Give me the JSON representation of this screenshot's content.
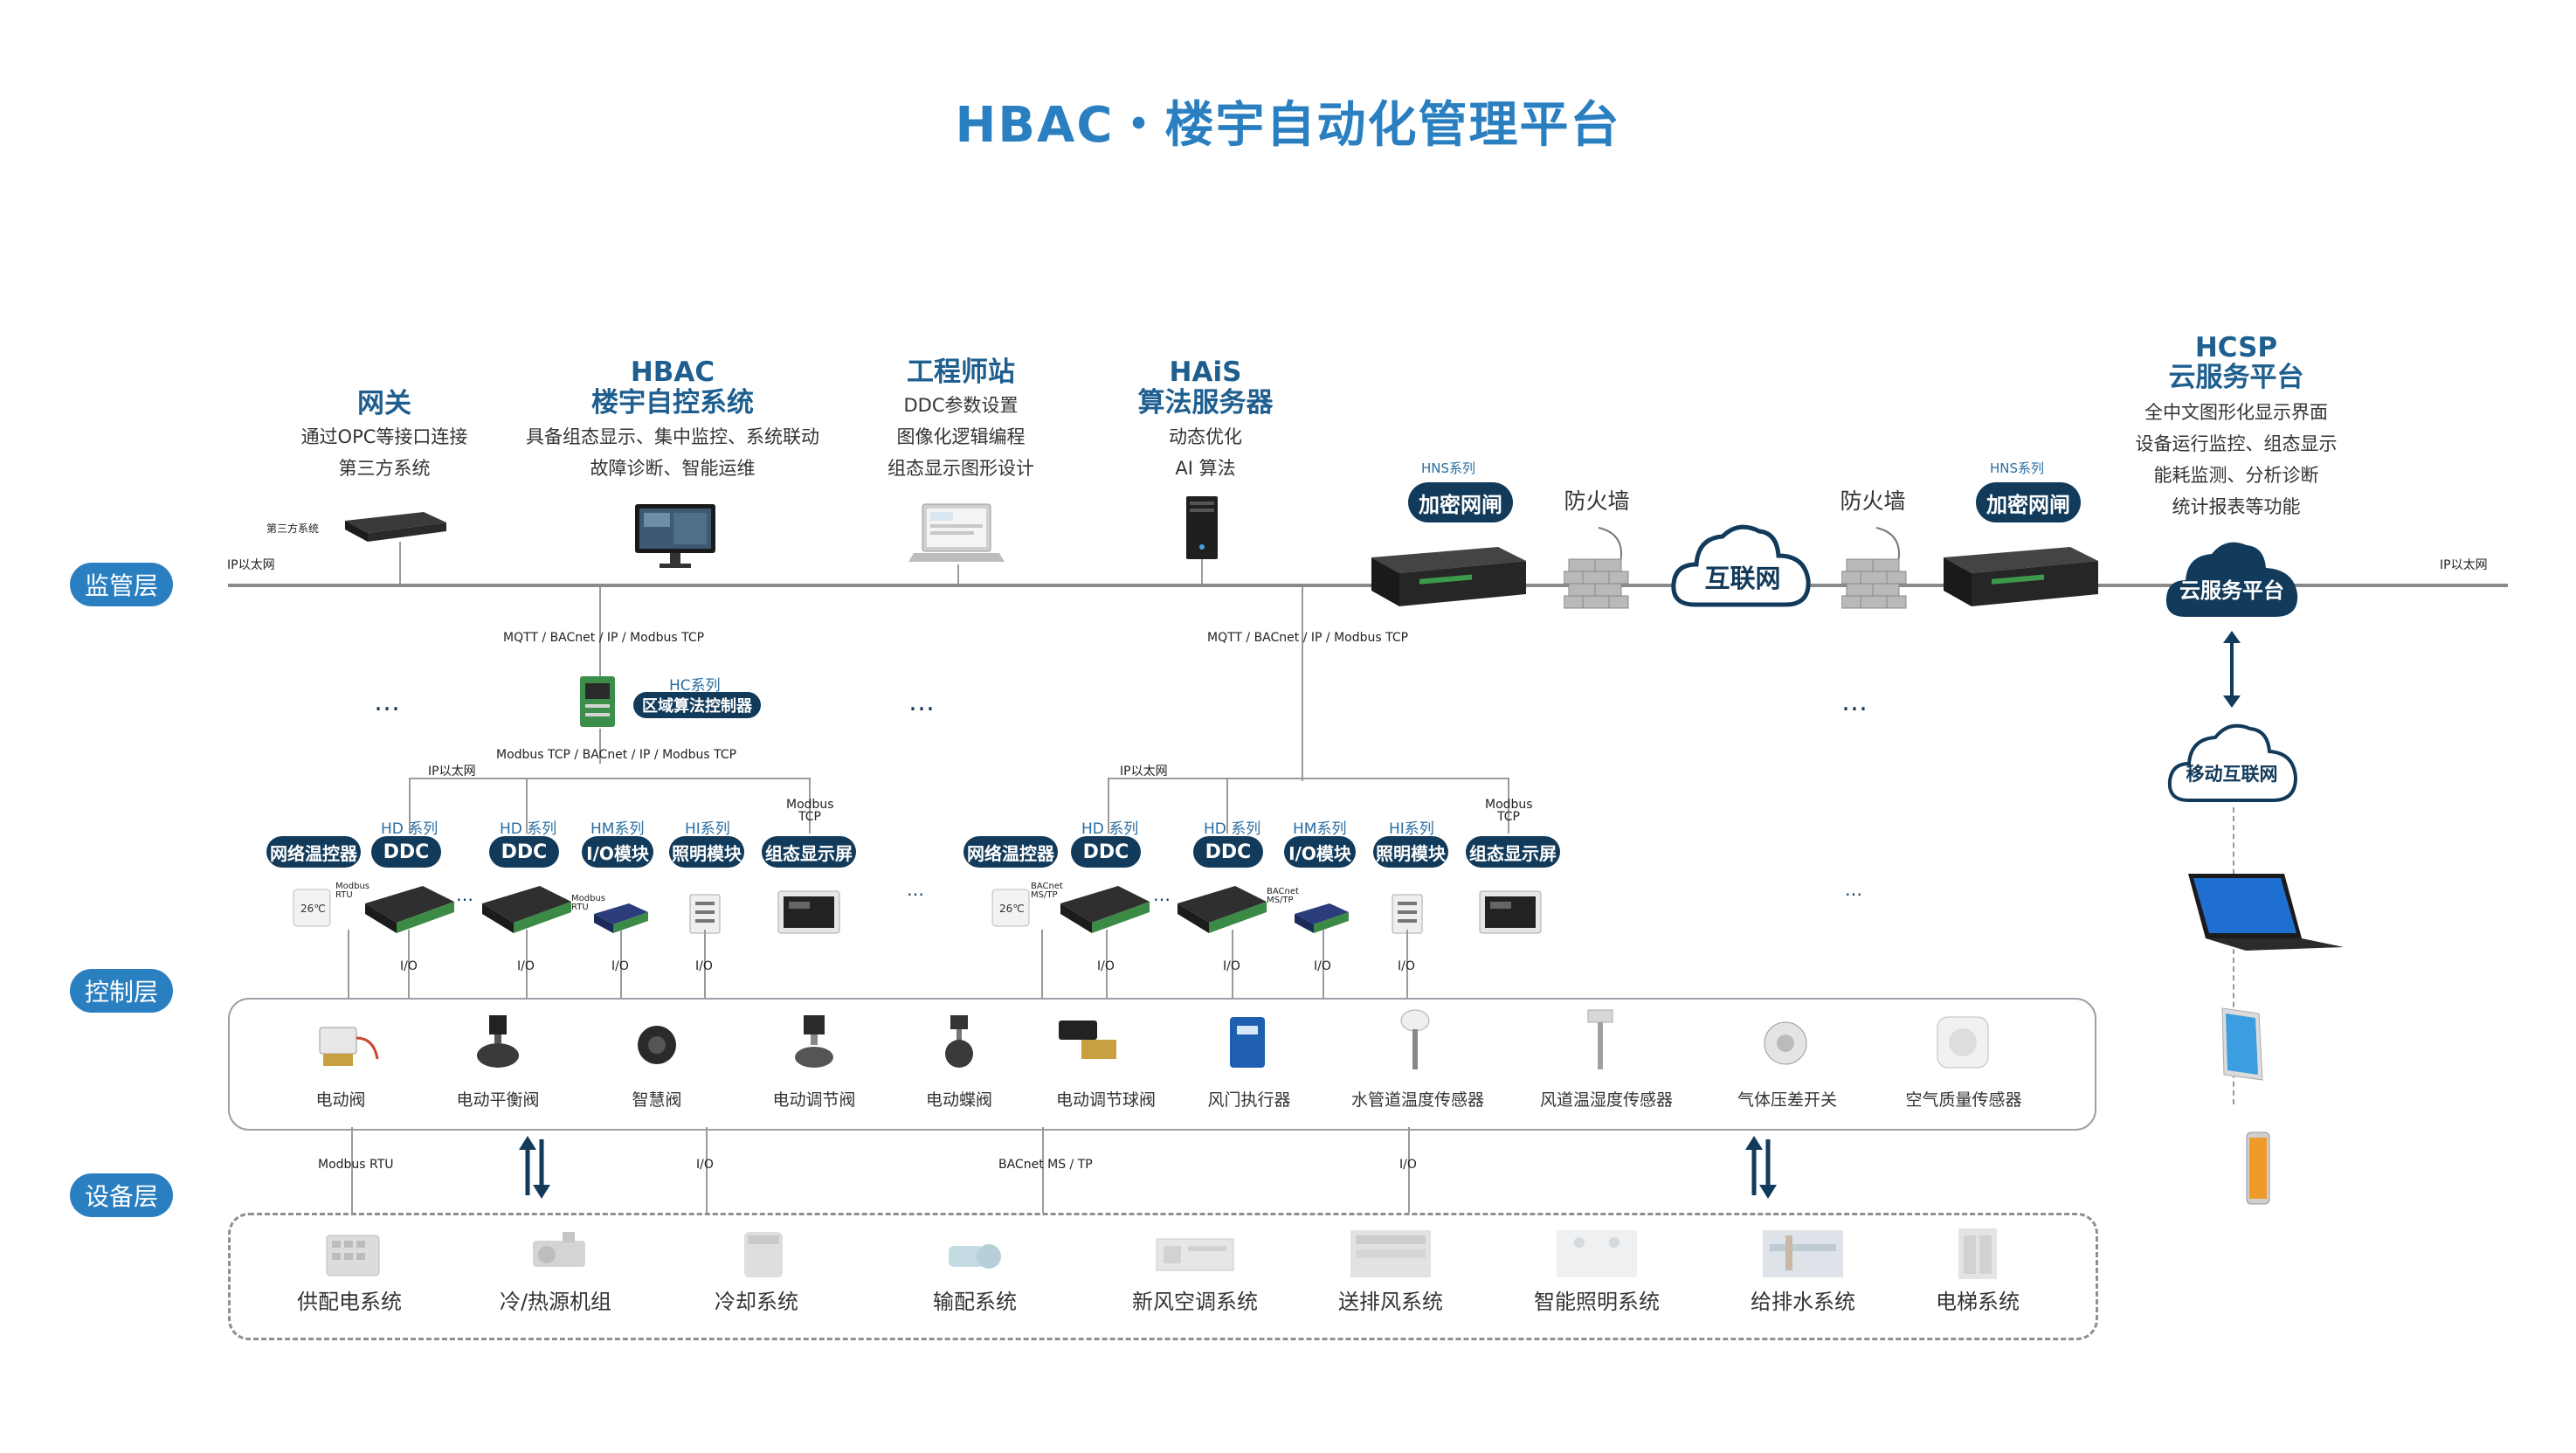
{
  "title": "HBAC・楼宇自动化管理平台",
  "layers": {
    "monitor": "监管层",
    "control": "控制层",
    "equipment": "设备层"
  },
  "top_nodes": {
    "gateway": {
      "title": "网关",
      "lines": [
        "通过OPC等接口连接",
        "第三方系统"
      ],
      "device_label": "第三方系统"
    },
    "hbac": {
      "title1": "HBAC",
      "title2": "楼宇自控系统",
      "lines": [
        "具备组态显示、集中监控、系统联动",
        "故障诊断、智能运维"
      ]
    },
    "engineer": {
      "title": "工程师站",
      "lines": [
        "DDC参数设置",
        "图像化逻辑编程",
        "组态显示图形设计"
      ]
    },
    "hais": {
      "title1": "HAiS",
      "title2": "算法服务器",
      "lines": [
        "动态优化",
        "AI 算法"
      ]
    },
    "hcsp": {
      "title1": "HCSP",
      "title2": "云服务平台",
      "lines": [
        "全中文图形化显示界面",
        "设备运行监控、组态显示",
        "能耗监测、分析诊断",
        "统计报表等功能"
      ]
    }
  },
  "network": {
    "ip_left": "IP以太网",
    "ip_right": "IP以太网",
    "hns1_series": "HNS系列",
    "hns1_label": "加密网闸",
    "hns2_series": "HNS系列",
    "hns2_label": "加密网闸",
    "firewall1": "防火墙",
    "firewall2": "防火墙",
    "internet": "互联网",
    "cloud_platform": "云服务平台",
    "mobile_internet": "移动互联网"
  },
  "protocols": {
    "mqtt1": "MQTT / BACnet / IP / Modbus TCP",
    "mqtt2": "MQTT / BACnet / IP / Modbus TCP",
    "modbus_tcp_line": "Modbus TCP / BACnet / IP / Modbus TCP",
    "ip1": "IP以太网",
    "ip2": "IP以太网",
    "modbus_tcp_a": "Modbus TCP",
    "modbus_tcp_b": "Modbus TCP",
    "modbus_rtu_a": "Modbus RTU",
    "modbus_rtu_b": "Modbus RTU",
    "bacnet_a": "BACnet MS/TP",
    "bacnet_b": "BACnet MS/TP",
    "io": "I/O",
    "bottom_modbus_rtu": "Modbus RTU",
    "bottom_io1": "I/O",
    "bottom_bacnet": "BACnet MS / TP",
    "bottom_io2": "I/O"
  },
  "hc": {
    "series": "HC系列",
    "label": "区域算法控制器"
  },
  "control_group_a": [
    {
      "series": "",
      "label": "网络温控器"
    },
    {
      "series": "HD 系列",
      "label": "DDC"
    },
    {
      "series": "HD 系列",
      "label": "DDC"
    },
    {
      "series": "HM系列",
      "label": "I/O模块"
    },
    {
      "series": "HI系列",
      "label": "照明模块"
    },
    {
      "series": "",
      "label": "组态显示屏"
    }
  ],
  "control_group_b": [
    {
      "series": "",
      "label": "网络温控器"
    },
    {
      "series": "HD 系列",
      "label": "DDC"
    },
    {
      "series": "HD 系列",
      "label": "DDC"
    },
    {
      "series": "HM系列",
      "label": "I/O模块"
    },
    {
      "series": "HI系列",
      "label": "照明模块"
    },
    {
      "series": "",
      "label": "组态显示屏"
    }
  ],
  "field_devices": [
    "电动阀",
    "电动平衡阀",
    "智慧阀",
    "电动调节阀",
    "电动蝶阀",
    "电动调节球阀",
    "风门执行器",
    "水管道温度传感器",
    "风道温湿度传感器",
    "气体压差开关",
    "空气质量传感器"
  ],
  "systems": [
    "供配电系统",
    "冷/热源机组",
    "冷却系统",
    "输配系统",
    "新风空调系统",
    "送排风系统",
    "智能照明系统",
    "给排水系统",
    "电梯系统"
  ],
  "colors": {
    "accent": "#2a7fc1",
    "navy": "#123a5a",
    "line": "#8a8a8a"
  }
}
